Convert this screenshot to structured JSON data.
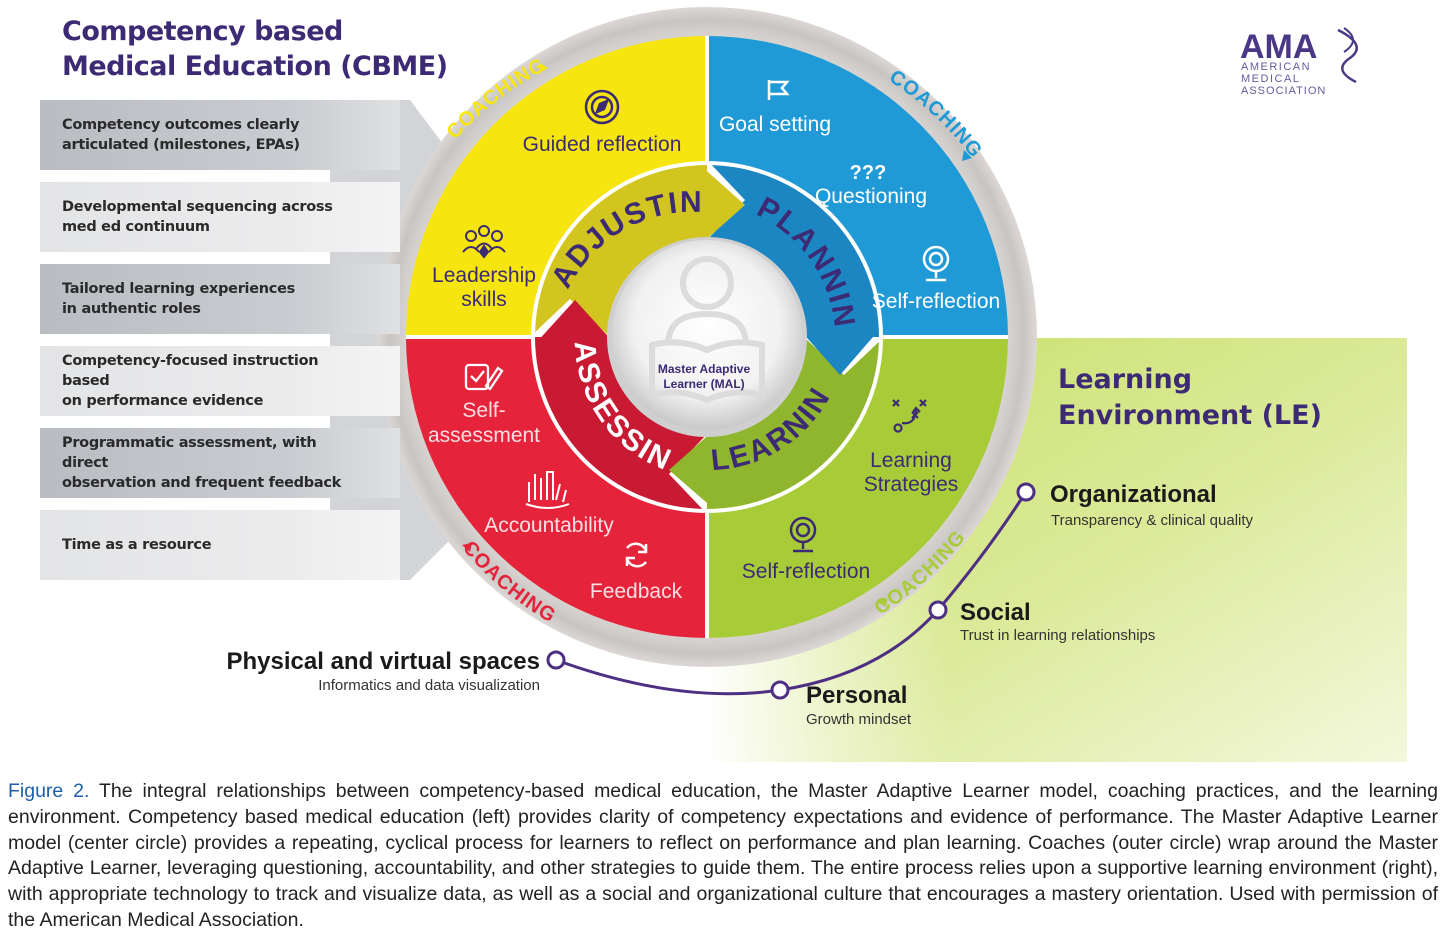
{
  "cbme": {
    "title_line1": "Competency based",
    "title_line2": "Medical Education (CBME)",
    "items": [
      {
        "line1": "Competency outcomes clearly",
        "line2": "articulated (milestones, EPAs)"
      },
      {
        "line1": "Developmental sequencing across",
        "line2": "med ed continuum"
      },
      {
        "line1": "Tailored learning experiences",
        "line2": "in authentic roles"
      },
      {
        "line1": "Competency-focused instruction based",
        "line2": "on performance evidence"
      },
      {
        "line1": "Programmatic assessment, with direct",
        "line2": "observation and frequent feedback"
      },
      {
        "line1": "Time as a resource",
        "line2": ""
      }
    ]
  },
  "logo": {
    "letters": "AMA",
    "line1": "AMERICAN",
    "line2": "MEDICAL",
    "line3": "ASSOCIATION"
  },
  "wheel": {
    "coaching": "COACHING",
    "center_line1": "Master Adaptive",
    "center_line2": "Learner (MAL)",
    "phases": {
      "adjusting": "ADJUSTING",
      "planning": "PLANNING",
      "learning": "LEARNING",
      "assessing": "ASSESSING"
    },
    "yellow": {
      "guided_reflection": "Guided reflection",
      "leadership_line1": "Leadership",
      "leadership_line2": "skills"
    },
    "blue": {
      "goal_setting": "Goal setting",
      "questioning_mark": "???",
      "questioning": "Questioning",
      "self_reflection": "Self-reflection"
    },
    "green": {
      "learning_line1": "Learning",
      "learning_line2": "Strategies",
      "self_reflection": "Self-reflection"
    },
    "red": {
      "self_line1": "Self-",
      "self_line2": "assessment",
      "accountability": "Accountability",
      "feedback": "Feedback"
    }
  },
  "le": {
    "title_line1": "Learning",
    "title_line2": "Environment (LE)",
    "nodes": {
      "organizational": {
        "title": "Organizational",
        "sub": "Transparency & clinical quality"
      },
      "social": {
        "title": "Social",
        "sub": "Trust in learning relationships"
      },
      "personal": {
        "title": "Personal",
        "sub": "Growth mindset"
      },
      "physical": {
        "title": "Physical and virtual spaces",
        "sub": "Informatics and data visualization"
      }
    }
  },
  "caption": {
    "label": "Figure 2.",
    "text": "The integral relationships between competency-based medical education, the Master Adaptive Learner model, coaching practices, and the learning environment. Competency based medical education (left) provides clarity of competency expectations and evidence of performance. The Master Adaptive Learner model (center circle) provides a repeating, cyclical process for learners to reflect on performance and plan learning. Coaches (outer circle) wrap around the Master Adaptive Learner, leveraging questioning, accountability, and other strategies to guide them. The entire process relies upon a supportive learning environment (right), with appropriate technology to track and visualize data, as well as a social and organizational culture that encourages a mastery orientation. Used with permission of the American Medical Association."
  },
  "colors": {
    "yellow": "#f6e50f",
    "blue": "#1f9ad7",
    "green": "#a8cc38",
    "red": "#e5243b",
    "purple": "#3d2a74",
    "coaching_ring": "#ddd8d5"
  }
}
